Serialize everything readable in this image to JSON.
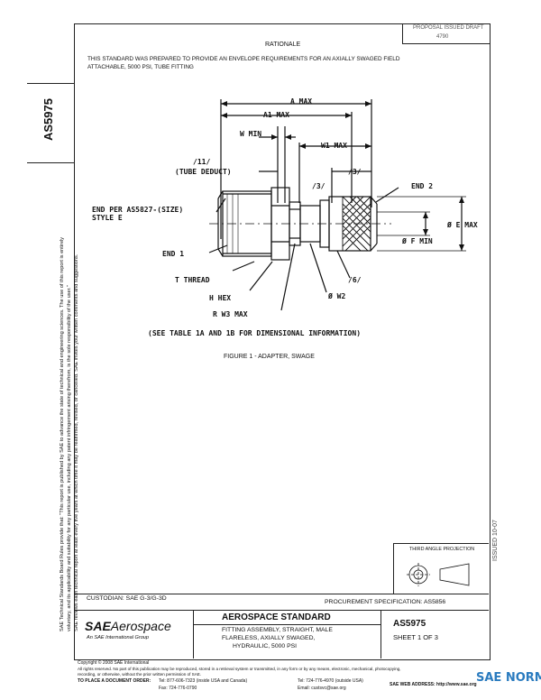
{
  "header": {
    "doc_number": "AS5975",
    "issued_box": "PROPOSAL ISSUED DRAFT",
    "issued_box_2": "4790",
    "rationale_title": "RATIONALE",
    "rationale_text_1": "THIS STANDARD WAS PREPARED TO PROVIDE AN ENVELOPE REQUIREMENTS FOR AN AXIALLY SWAGED FIELD",
    "rationale_text_2": "ATTACHABLE, 5000 PSI, TUBE FITTING"
  },
  "side_notes": {
    "line1": "SAE Technical Standards Board Rules provide that: \"This report is published by SAE to advance the state of technical and engineering sciences. The use of this report is entirely",
    "line2": "voluntary, and its applicability and suitability for any particular use, including any patent infringement arising therefrom, is the sole responsibility of the user.\"",
    "line3": "SAE reviews each technical report at least every five years at which time it may be reaffirmed, revised, or cancelled. SAE invites your written comments and suggestions."
  },
  "drawing": {
    "a_max": "A MAX",
    "a1_max": "A1 MAX",
    "w_min": "W MIN",
    "w1_max": "W1 MAX",
    "note_11": "/11/",
    "tube_deduct": "(TUBE DEDUCT)",
    "note_3a": "/3/",
    "note_3b": "/3/",
    "end2": "END 2",
    "end_per_1": "END PER AS5827-(SIZE)",
    "end_per_2": "STYLE E",
    "e_max": "Ø E MAX",
    "f_min": "Ø F MIN",
    "end1": "END 1",
    "t_thread": "T THREAD",
    "note_6": "/6/",
    "h_hex": "H HEX",
    "w2": "Ø W2",
    "r_w3": "R W3 MAX",
    "table_ref": "(SEE TABLE 1A AND 1B FOR DIMENSIONAL INFORMATION)",
    "figure_caption": "FIGURE 1 - ADAPTER, SWAGE"
  },
  "right_margin": "ISSUED 10-07",
  "title_block": {
    "projection": "THIRD ANGLE PROJECTION",
    "custodian": "CUSTODIAN: SAE G-3/G-3D",
    "procurement": "PROCUREMENT SPECIFICATION: AS5856",
    "logo_sae": "SAE",
    "logo_aero": "Aerospace",
    "logo_sub": "An SAE International Group",
    "std_title": "AEROSPACE STANDARD",
    "desc1": "FITTING ASSEMBLY, STRAIGHT, MALE",
    "desc2": "FLARELESS, AXIALLY SWAGED,",
    "desc3": "HYDRAULIC, 5000 PSI",
    "doc_number": "AS5975",
    "sheet": "SHEET 1 OF 3"
  },
  "footer": {
    "copyright": "Copyright © 2008 SAE International",
    "rights": "All rights reserved. No part of this publication may be reproduced, stored in a retrieval system or transmitted, in any form or by any means, electronic, mechanical, photocopying,",
    "rights2": "recording, or otherwise, without the prior written permission of SAE.",
    "order_label": "TO PLACE A DOCUMENT ORDER:",
    "tel1": "Tel: 877-606-7323 (inside USA and Canada)",
    "tel2": "Tel: 724-776-4970 (outside USA)",
    "fax": "Fax: 724-776-0790",
    "email": "Email: custsvc@sae.org",
    "web": "SAE WEB ADDRESS: http://www.sae.org",
    "watermark": "SAE NORM"
  }
}
